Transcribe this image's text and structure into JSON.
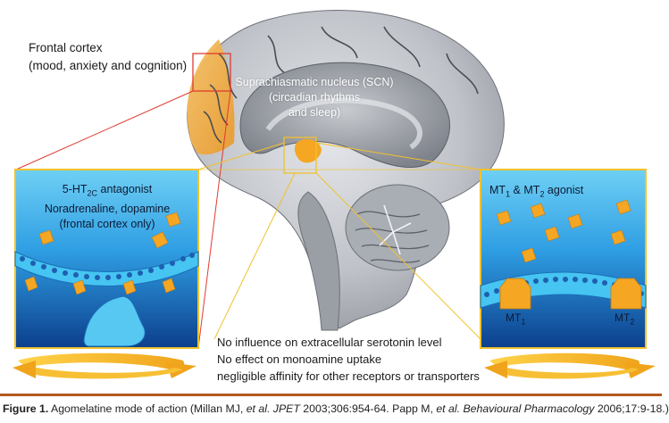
{
  "frontal": {
    "title": "Frontal cortex",
    "description": "(mood, anxiety and cognition)"
  },
  "scn": {
    "line1": "Suprachiasmatic nucleus (SCN)",
    "line2": "(circadian rhythms",
    "line3": "and sleep)"
  },
  "left_box": {
    "line1_prefix": "5-HT",
    "line1_sub": "2C",
    "line1_suffix": " antagonist",
    "line2": "Noradrenaline, dopamine",
    "line3": "(frontal cortex only)"
  },
  "right_box": {
    "mt1_prefix": "MT",
    "mt1_sub": "1",
    "amp": " & ",
    "mt2_prefix": "MT",
    "mt2_sub": "2",
    "suffix": " agonist",
    "receptor1_prefix": "MT",
    "receptor1_sub": "1",
    "receptor2_prefix": "MT",
    "receptor2_sub": "2"
  },
  "effects": {
    "line1": "No influence on extracellular serotonin level",
    "line2": "No effect on monoamine uptake",
    "line3": "negligible affinity for other receptors or transporters"
  },
  "caption": {
    "label": "Figure 1.",
    "text1": " Agomelatine mode of action (Millan MJ, ",
    "etal1": "et al.",
    "space1": " ",
    "journal1": "JPET",
    "text2": " 2003;306:954-64. Papp M, ",
    "etal2": "et al.",
    "space2": " ",
    "journal2": "Behavioural Pharmacology",
    "text3": " 2006;17:9-18.)"
  },
  "colors": {
    "accent_orange": "#f5a623",
    "brain_gray": "#b9bcc2",
    "box_blue": "#3aa9e6",
    "box_border": "#f2c12e",
    "caption_rule": "#b35a1f"
  }
}
